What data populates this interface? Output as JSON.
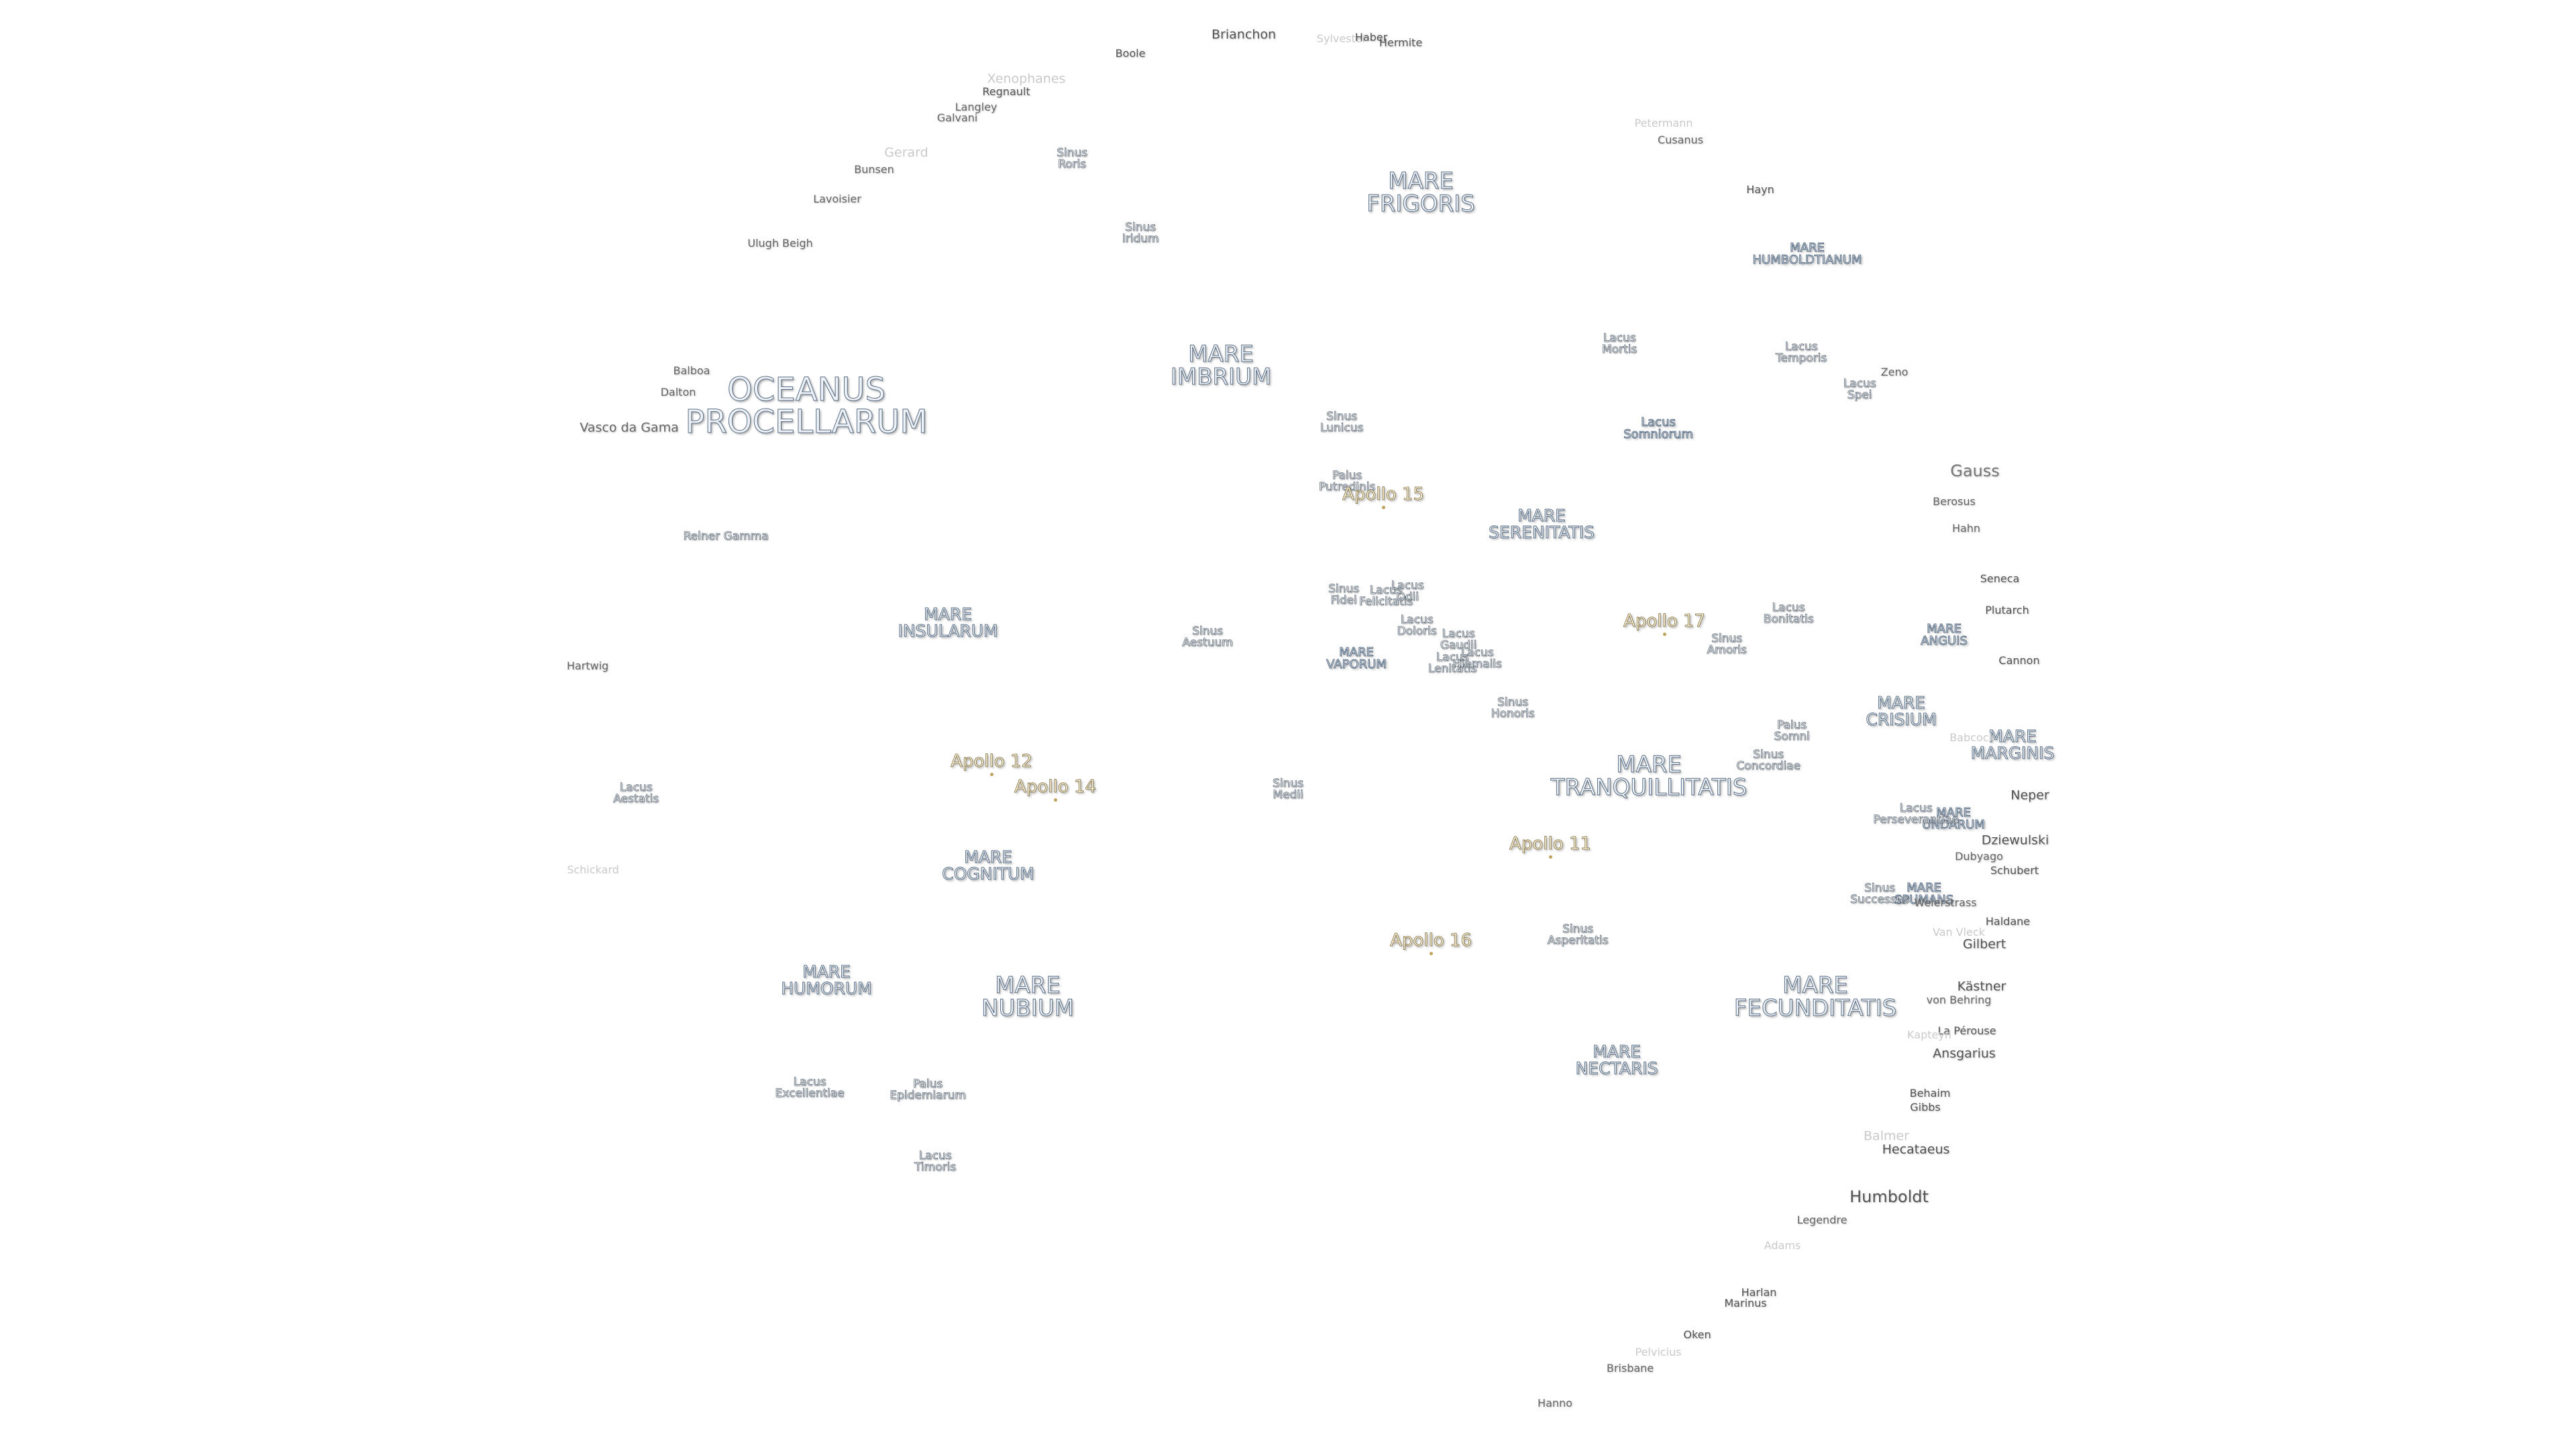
{
  "maria": {
    "oceanus_procellarum": "OCEANUS\nPROCELLARUM",
    "mare_frigoris": "MARE\nFRIGORIS",
    "mare_imbrium": "MARE\nIMBRIUM",
    "mare_serenitatis": "MARE\nSERENITATIS",
    "mare_tranquillitatis": "MARE\nTRANQUILLITATIS",
    "mare_fecunditatis": "MARE\nFECUNDITATIS",
    "mare_nubium": "MARE\nNUBIUM",
    "mare_humorum": "MARE\nHUMORUM",
    "mare_insularum": "MARE\nINSULARUM",
    "mare_cognitum": "MARE\nCOGNITUM",
    "mare_crisium": "MARE\nCRISIUM",
    "mare_nectaris": "MARE\nNECTARIS",
    "mare_vaporum": "MARE\nVAPORUM",
    "mare_humboldtianum": "MARE\nHUMBOLDTIANUM",
    "mare_anguis": "MARE\nANGUIS",
    "mare_marginis": "MARE\nMARGINIS",
    "mare_undarum": "MARE\nUNDARUM",
    "mare_spumans": "MARE\nSPUMANS"
  },
  "features": {
    "sinus_roris": "Sinus\nRoris",
    "sinus_iridum": "Sinus\nIridum",
    "sinus_lunicus": "Sinus\nLunicus",
    "palus_putredinis": "Palus\nPutredinis",
    "sinus_aestuum": "Sinus\nAestuum",
    "sinus_medii": "Sinus\nMedii",
    "sinus_fidei": "Sinus\nFidei",
    "lacus_felicitatis": "Lacus\nFelicitatis",
    "lacus_odii": "Lacus\nOdii",
    "lacus_doloris": "Lacus\nDoloris",
    "lacus_gaudii": "Lacus\nGaudii",
    "lacus_lenitatis": "Lacus\nLenitatis",
    "lacus_hiemalis": "Lacus\nHiemalis",
    "sinus_honoris": "Sinus\nHonoris",
    "lacus_mortis": "Lacus\nMortis",
    "lacus_temporis": "Lacus\nTemporis",
    "lacus_spei": "Lacus\nSpei",
    "lacus_somniorum": "Lacus\nSomniorum",
    "sinus_amoris": "Sinus\nAmoris",
    "lacus_bonitatis": "Lacus\nBonitatis",
    "palus_somni": "Palus\nSomni",
    "sinus_concordiae": "Sinus\nConcordiae",
    "lacus_perseverantiae": "Lacus\nPerseverantiae",
    "sinus_successus": "Sinus\nSuccessus",
    "sinus_asperitatis": "Sinus\nAsperitatis",
    "lacus_aestatis": "Lacus\nAestatis",
    "lacus_excellentiae": "Lacus\nExcellentiae",
    "palus_epidemiarum": "Palus\nEpidemiarum",
    "lacus_timoris": "Lacus\nTimoris",
    "reiner_gamma": "Reiner Gamma"
  },
  "craters": {
    "brianchon": "Brianchon",
    "boole": "Boole",
    "sylvester": "Sylvester",
    "hermite": "Hermite",
    "haber": "Haber",
    "xenophanes": "Xenophanes",
    "regnault": "Regnault",
    "langley": "Langley",
    "galvani": "Galvani",
    "gerard": "Gerard",
    "bunsen": "Bunsen",
    "lavoisier": "Lavoisier",
    "ulugh_beigh": "Ulugh Beigh",
    "petermann": "Petermann",
    "cusanus": "Cusanus",
    "hayn": "Hayn",
    "zeno": "Zeno",
    "gauss": "Gauss",
    "berosus": "Berosus",
    "hahn": "Hahn",
    "seneca": "Seneca",
    "plutarch": "Plutarch",
    "cannon": "Cannon",
    "neper": "Neper",
    "dziewulski": "Dziewulski",
    "babcock": "Babcock",
    "dubyago": "Dubyago",
    "schubert": "Schubert",
    "haldane": "Haldane",
    "gilbert": "Gilbert",
    "weierstrass": "Weierstrass",
    "kastner": "Kästner",
    "van_vleck": "Van Vleck",
    "von_behring": "von Behring",
    "la_perouse": "La Pérouse",
    "kapteyn": "Kapteyn",
    "ansgarius": "Ansgarius",
    "behaim": "Behaim",
    "gibbs": "Gibbs",
    "balmer": "Balmer",
    "hecataeus": "Hecataeus",
    "humboldt": "Humboldt",
    "legendre": "Legendre",
    "adams": "Adams",
    "hamilton": "Harlan",
    "marinus": "Marinus",
    "oken": "Oken",
    "pelvicius": "Pelvicius",
    "brisbane": "Brisbane",
    "hanno": "Hanno",
    "balboa": "Balboa",
    "dalton": "Dalton",
    "vasco_da_gama": "Vasco da Gama",
    "hartwig": "Hartwig",
    "schickard": "Schickard"
  },
  "apollo": {
    "a11": "Apollo 11",
    "a12": "Apollo 12",
    "a14": "Apollo 14",
    "a15": "Apollo 15",
    "a16": "Apollo 16",
    "a17": "Apollo 17"
  },
  "colors": {
    "mare_fill": "#eef2f7",
    "mare_outline": "#5a6f86",
    "apollo_fill": "#fff6dd",
    "apollo_outline": "#7a6a3c",
    "crater_text": "#666666",
    "crater_faint": "#c9c9c9"
  }
}
